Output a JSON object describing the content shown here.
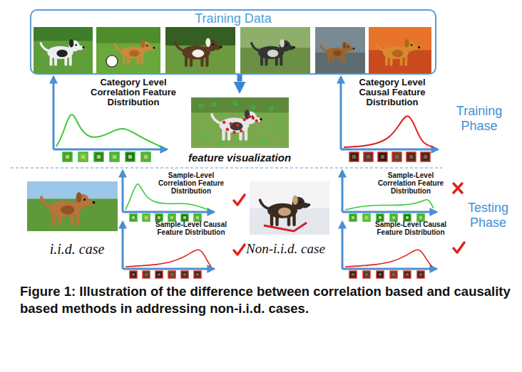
{
  "diagram": {
    "caption": "Figure 1: Illustration of the difference between correlation based and causality based methods in addressing non-i.i.d. cases.",
    "nodes": [
      {
        "text": [
          "Training Data"
        ]
      },
      {
        "text": [
          "feature visualization"
        ]
      }
    ],
    "edges": [
      {
        "from": 0,
        "to": 1,
        "arrow": "to"
      }
    ],
    "labels": [
      "Category Level Correlation Feature Distribution",
      "Category Level Causal Feature Distribution",
      "Training Phase",
      "Sample-Level Correlation Feature Distribution",
      "Sample-Level Causal Feature Distribution",
      "i.i.d. case",
      "Sample-Level Correlation Feature Distribution",
      "Sample-Level Causal Feature Distribution",
      "Non-i.i.d. case",
      "Testing Phase"
    ]
  }
}
